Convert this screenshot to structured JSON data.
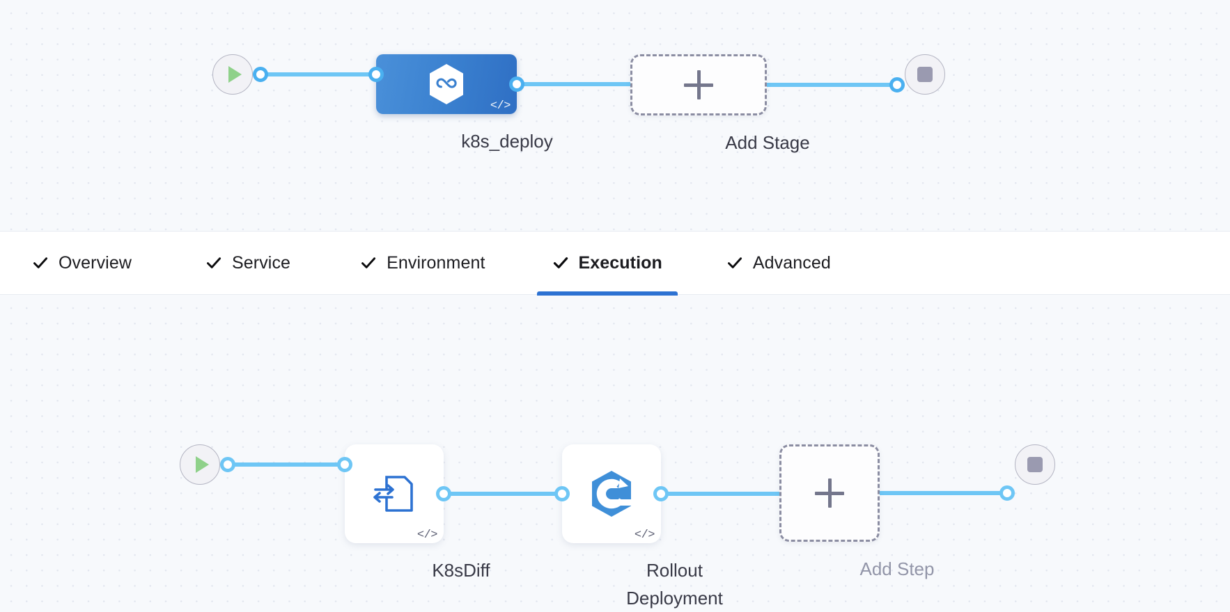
{
  "colors": {
    "canvas_bg": "#f7f9fc",
    "grid_dot": "#e2e6ef",
    "stage_node_blue": "#3a80cf",
    "connector_blue": "#6ec6f5",
    "port_blue": "#4ab0f0",
    "active_tab_underline": "#2d72d2",
    "dashed_border_gray": "#8b8da2",
    "play_green": "#8fd18a",
    "stop_gray": "#9a9ab0",
    "caption_dark": "#383946",
    "caption_muted": "#9295a8"
  },
  "stage_row": {
    "start_node": {
      "icon": "play-icon",
      "label": ""
    },
    "nodes": [
      {
        "id": "k8s-deploy-stage",
        "label": "k8s_deploy",
        "type": "stage",
        "icon": "harness-hexagon-infinity-icon",
        "badge": "</>",
        "selected": true,
        "muted_label": false
      },
      {
        "id": "add-stage",
        "label": "Add Stage",
        "type": "add",
        "icon": "plus-icon",
        "badge": "",
        "selected": false,
        "muted_label": false
      }
    ],
    "end_node": {
      "icon": "stop-icon",
      "label": ""
    }
  },
  "tabs": {
    "items": [
      {
        "id": "overview",
        "label": "Overview",
        "check": "check-icon",
        "active": false
      },
      {
        "id": "service",
        "label": "Service",
        "check": "check-icon",
        "active": false
      },
      {
        "id": "environment",
        "label": "Environment",
        "check": "check-icon",
        "active": false
      },
      {
        "id": "execution",
        "label": "Execution",
        "check": "check-icon",
        "active": true
      },
      {
        "id": "advanced",
        "label": "Advanced",
        "check": "check-icon",
        "active": false
      }
    ]
  },
  "step_row": {
    "start_node": {
      "icon": "play-icon",
      "label": ""
    },
    "nodes": [
      {
        "id": "k8s-diff-step",
        "label": "K8sDiff",
        "type": "step",
        "icon": "k8s-diff-file-arrows-icon",
        "badge": "</>",
        "muted_label": false
      },
      {
        "id": "rollout-deployment-step",
        "label": "Rollout\nDeployment",
        "type": "step",
        "icon": "rollout-hexagon-rotate-icon",
        "badge": "</>",
        "muted_label": false
      },
      {
        "id": "add-step",
        "label": "Add Step",
        "type": "add",
        "icon": "plus-icon",
        "badge": "",
        "muted_label": true
      }
    ],
    "end_node": {
      "icon": "stop-icon",
      "label": ""
    }
  }
}
